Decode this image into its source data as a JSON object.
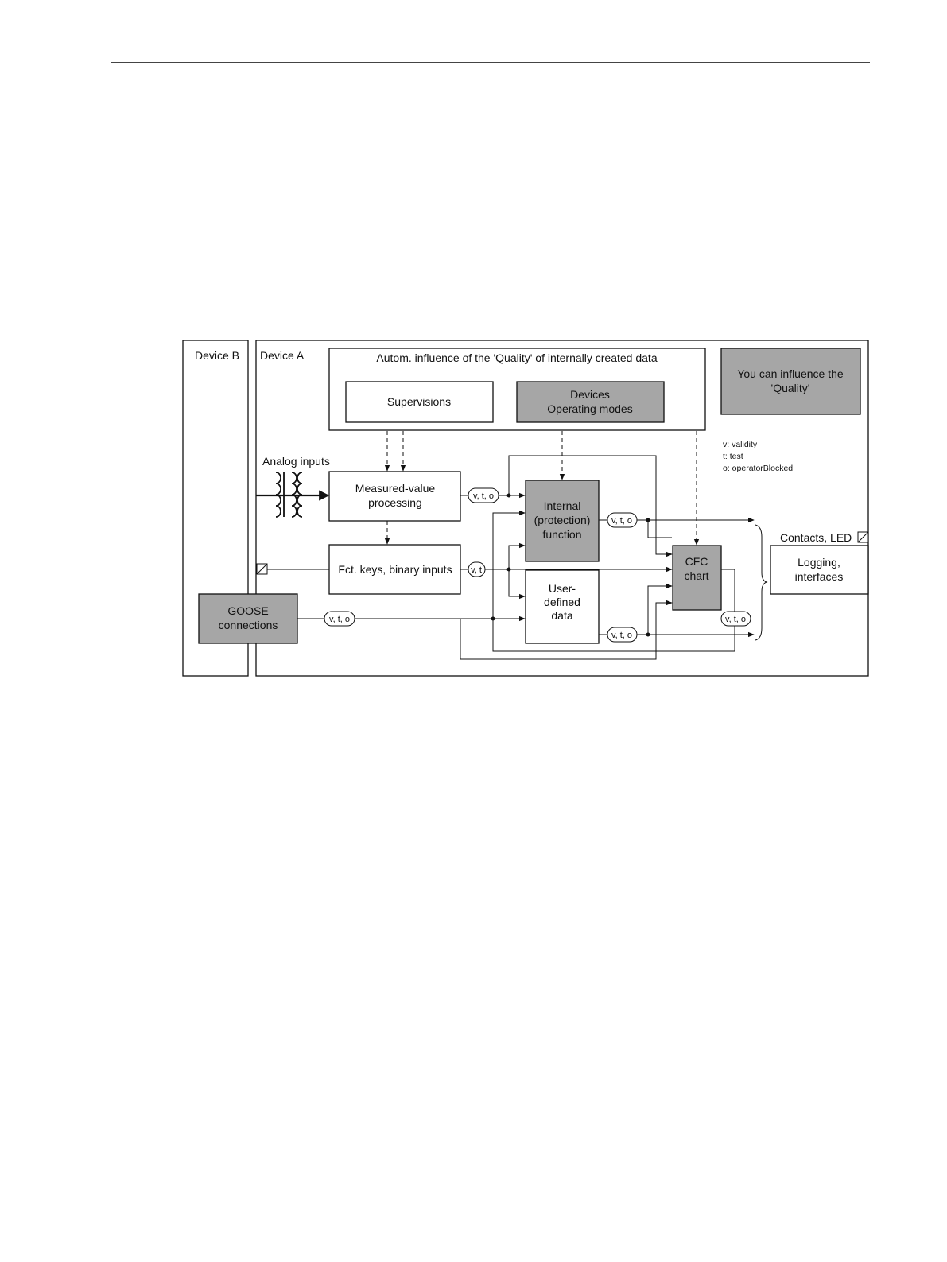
{
  "colors": {
    "gray_fill": "#a6a6a6",
    "line": "#111111"
  },
  "device_b": {
    "label": "Device B"
  },
  "device_a": {
    "label": "Device A"
  },
  "autom": {
    "title": "Autom. influence of the 'Quality' of internally created data",
    "supervisions": "Supervisions",
    "devices_line1": "Devices",
    "devices_line2": "Operating modes"
  },
  "legend_box": {
    "line1": "You can influence the",
    "line2": "'Quality'"
  },
  "key": {
    "v": "v: validity",
    "t": "t: test",
    "o": "o: operatorBlocked"
  },
  "analog_inputs": "Analog inputs",
  "measured": {
    "line1": "Measured-value",
    "line2": "processing"
  },
  "fct_keys": "Fct. keys, binary inputs",
  "goose": {
    "line1": "GOOSE",
    "line2": "connections"
  },
  "internal": {
    "line1": "Internal",
    "line2": "(protection)",
    "line3": "function"
  },
  "user_defined": {
    "line1": "User-",
    "line2": "defined",
    "line3": "data"
  },
  "cfc": {
    "line1": "CFC",
    "line2": "chart"
  },
  "contacts": "Contacts, LED",
  "logging": {
    "line1": "Logging,",
    "line2": "interfaces"
  },
  "pills": {
    "vto": "v, t, o",
    "vt": "v, t"
  }
}
